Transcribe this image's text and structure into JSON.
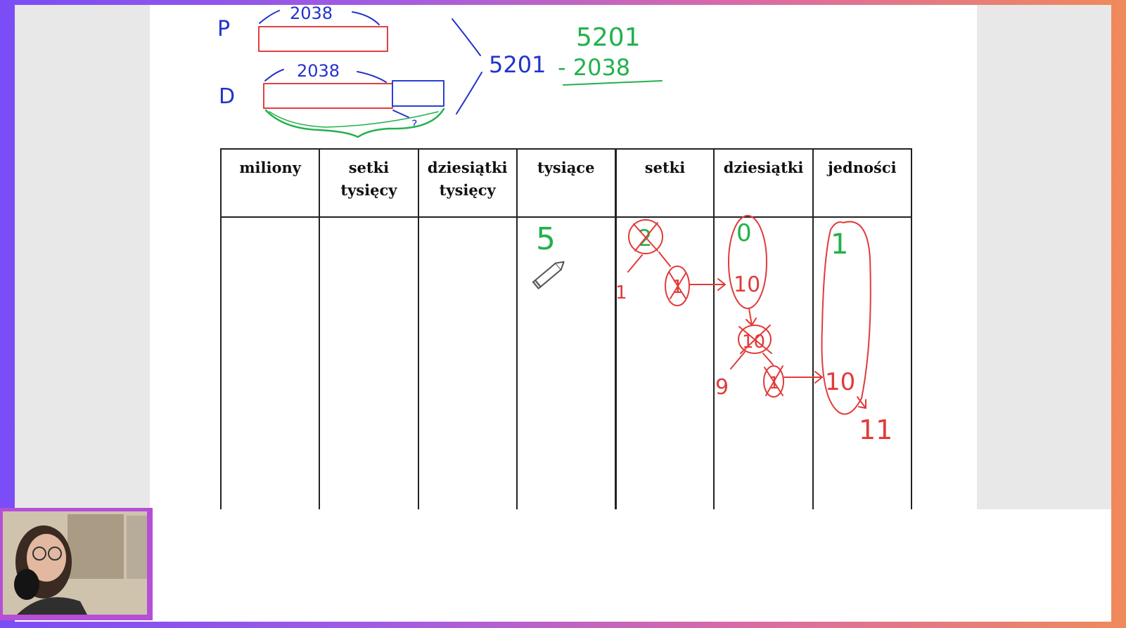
{
  "table": {
    "headers": [
      {
        "line1": "miliony",
        "line2": ""
      },
      {
        "line1": "setki",
        "line2": "tysięcy"
      },
      {
        "line1": "dziesiątki",
        "line2": "tysięcy"
      },
      {
        "line1": "tysiące",
        "line2": ""
      },
      {
        "line1": "setki",
        "line2": ""
      },
      {
        "line1": "dziesiątki",
        "line2": ""
      },
      {
        "line1": "jedności",
        "line2": ""
      }
    ]
  },
  "drawing": {
    "label_p": "P",
    "label_d": "D",
    "bar_p_value": "2038",
    "bar_d_value": "2038",
    "unknown_mark": "?",
    "total": "5201",
    "sub_minuend": "5201",
    "sub_subtrahend": "- 2038",
    "thousands_digit": "5",
    "hundreds_crossed": "2",
    "hundreds_remaining": "1",
    "hundreds_borrowed": "1",
    "tens_digit": "0",
    "tens_received": "10",
    "tens_crossed": "10",
    "tens_remaining": "9",
    "tens_borrowed": "1",
    "ones_digit": "1",
    "ones_received": "10",
    "ones_total": "11"
  },
  "colors": {
    "ink_blue": "#2233cc",
    "ink_green": "#22b14c",
    "ink_red": "#e23a3a",
    "bar_red": "#e04040",
    "bar_blue": "#2c3fd0"
  },
  "icons": {
    "pen": "pencil-icon"
  }
}
